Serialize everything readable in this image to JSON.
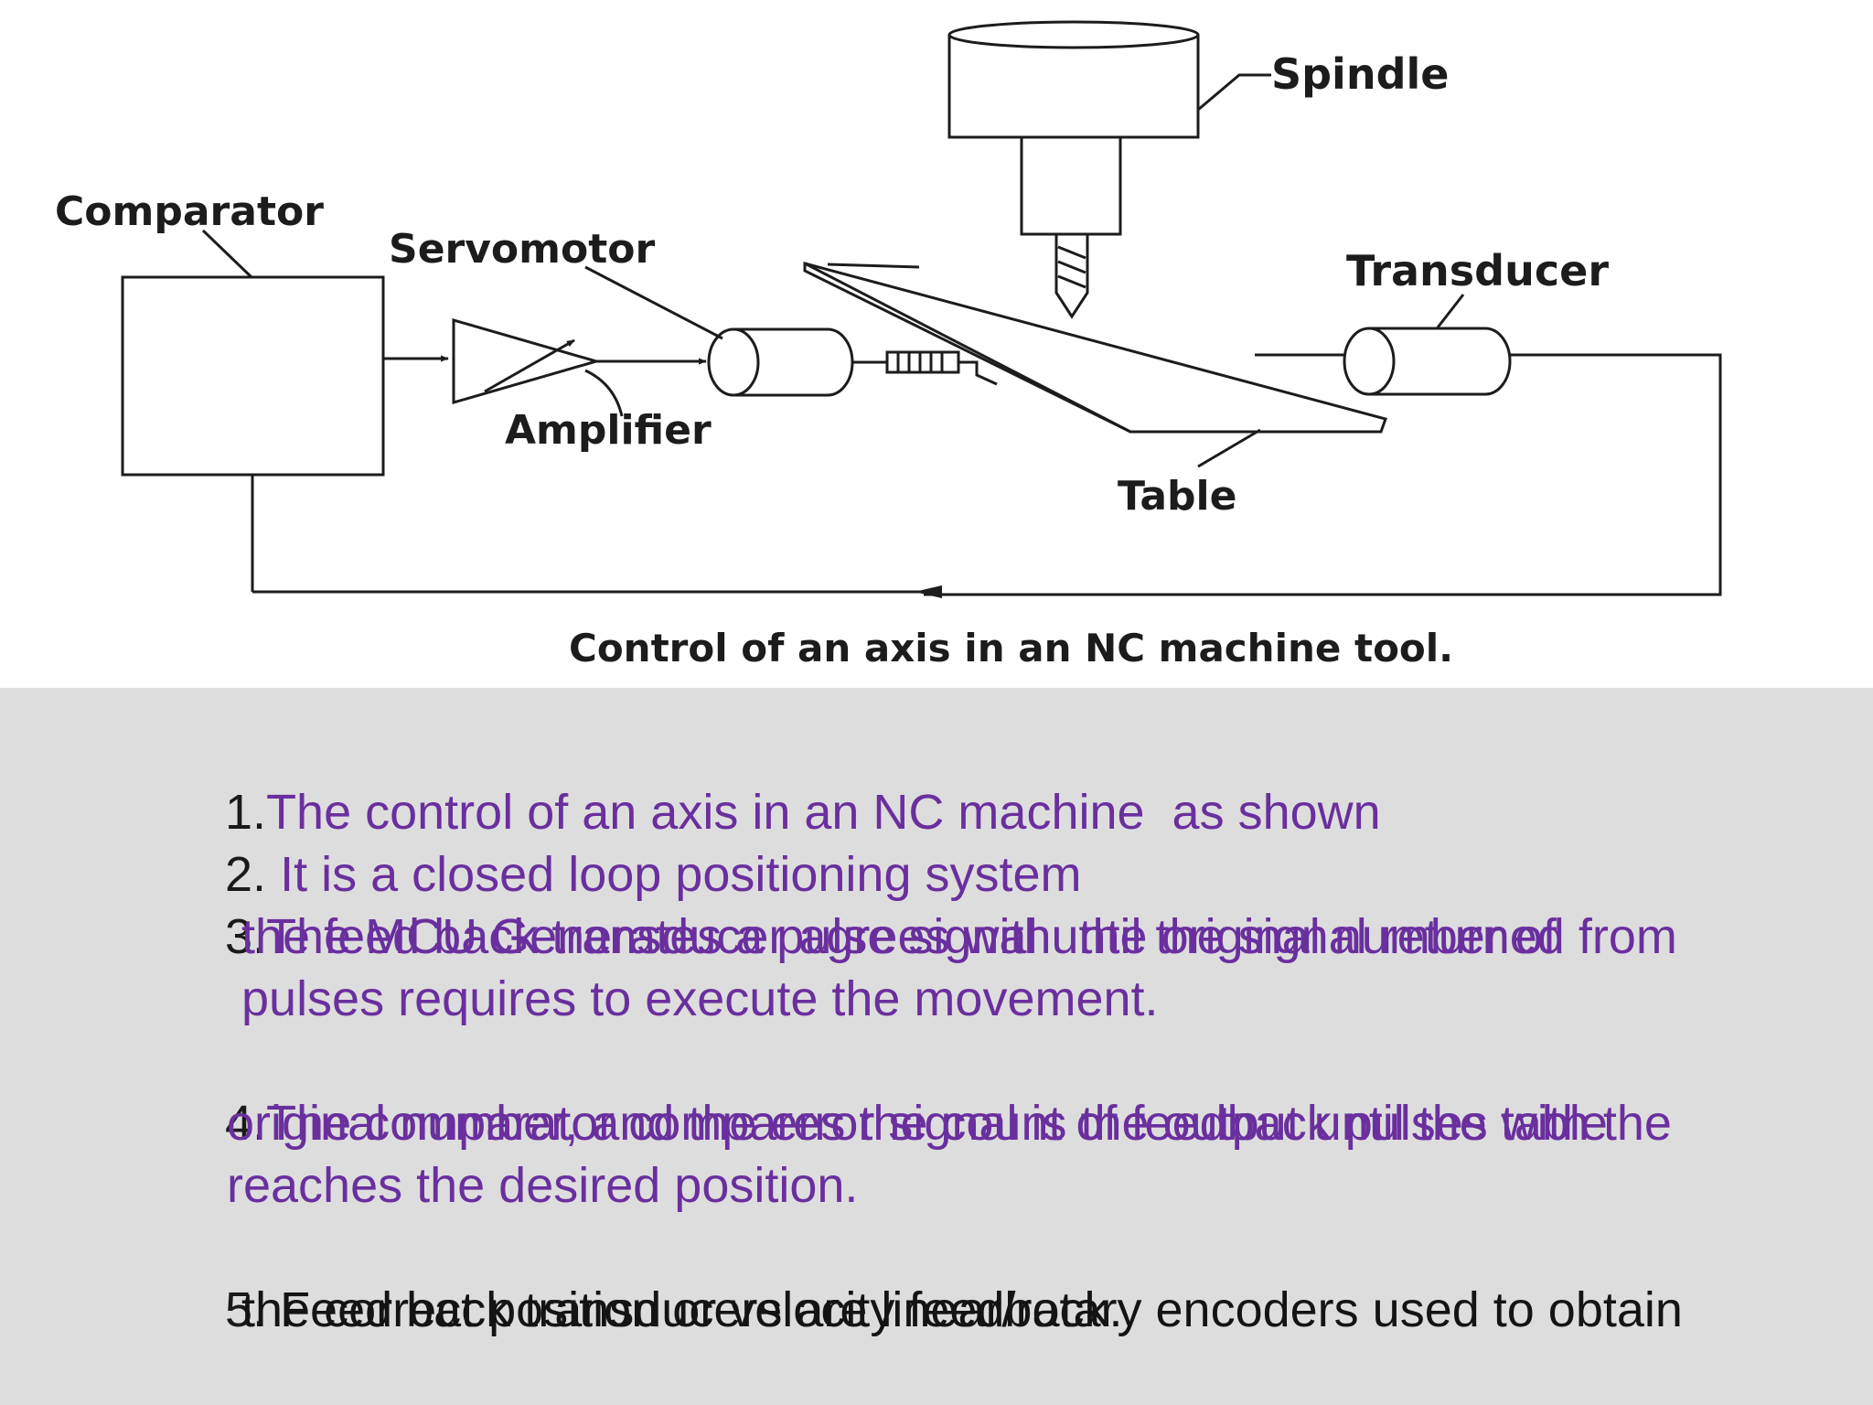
{
  "diagram": {
    "labels": {
      "comparator": "Comparator",
      "servomotor": "Servomotor",
      "amplifier": "Amplifier",
      "spindle": "Spindle",
      "transducer": "Transducer",
      "table": "Table"
    },
    "caption": "Control of an axis in an NC machine tool."
  },
  "points": [
    {
      "num": "1.",
      "lines": [
        "The control of an axis in an NC machine  as shown"
      ],
      "color": "#6a2f9e"
    },
    {
      "num": "2.",
      "lines": [
        " It is a closed loop positioning system"
      ],
      "color": "#6a2f9e"
    },
    {
      "num": "3.",
      "lines": [
        "The MCU Generates a pulse signal until the signal returned from",
        "the feed back transducer agrees with  the original number of",
        "pulses requires to execute the movement."
      ],
      "color": "#6a2f9e"
    },
    {
      "num": "4.",
      "lines": [
        "The comparator compares the count of feedback pulses with the",
        "original number, and the error signal is the output until the table",
        "reaches the desired position."
      ],
      "color": "#6a2f9e"
    },
    {
      "num": "5.",
      "lines": [
        " Feed back transducers are linear/rotary encoders used to obtain",
        "the correct position or velocity feedback."
      ],
      "color": "#141414"
    }
  ]
}
